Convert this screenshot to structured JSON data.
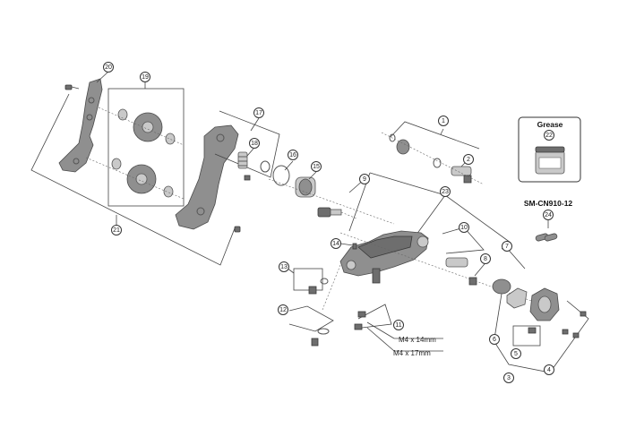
{
  "callouts": [
    "1",
    "2",
    "3",
    "4",
    "5",
    "6",
    "7",
    "8",
    "9",
    "10",
    "11",
    "12",
    "13",
    "14",
    "15",
    "16",
    "17",
    "18",
    "19",
    "20",
    "21",
    "22",
    "23",
    "24"
  ],
  "notes": {
    "bolt_14mm": "M4 x 14mm",
    "bolt_17mm": "M4 x 17mm",
    "grease_title": "Grease",
    "chain_label": "SM-CN910-12"
  }
}
